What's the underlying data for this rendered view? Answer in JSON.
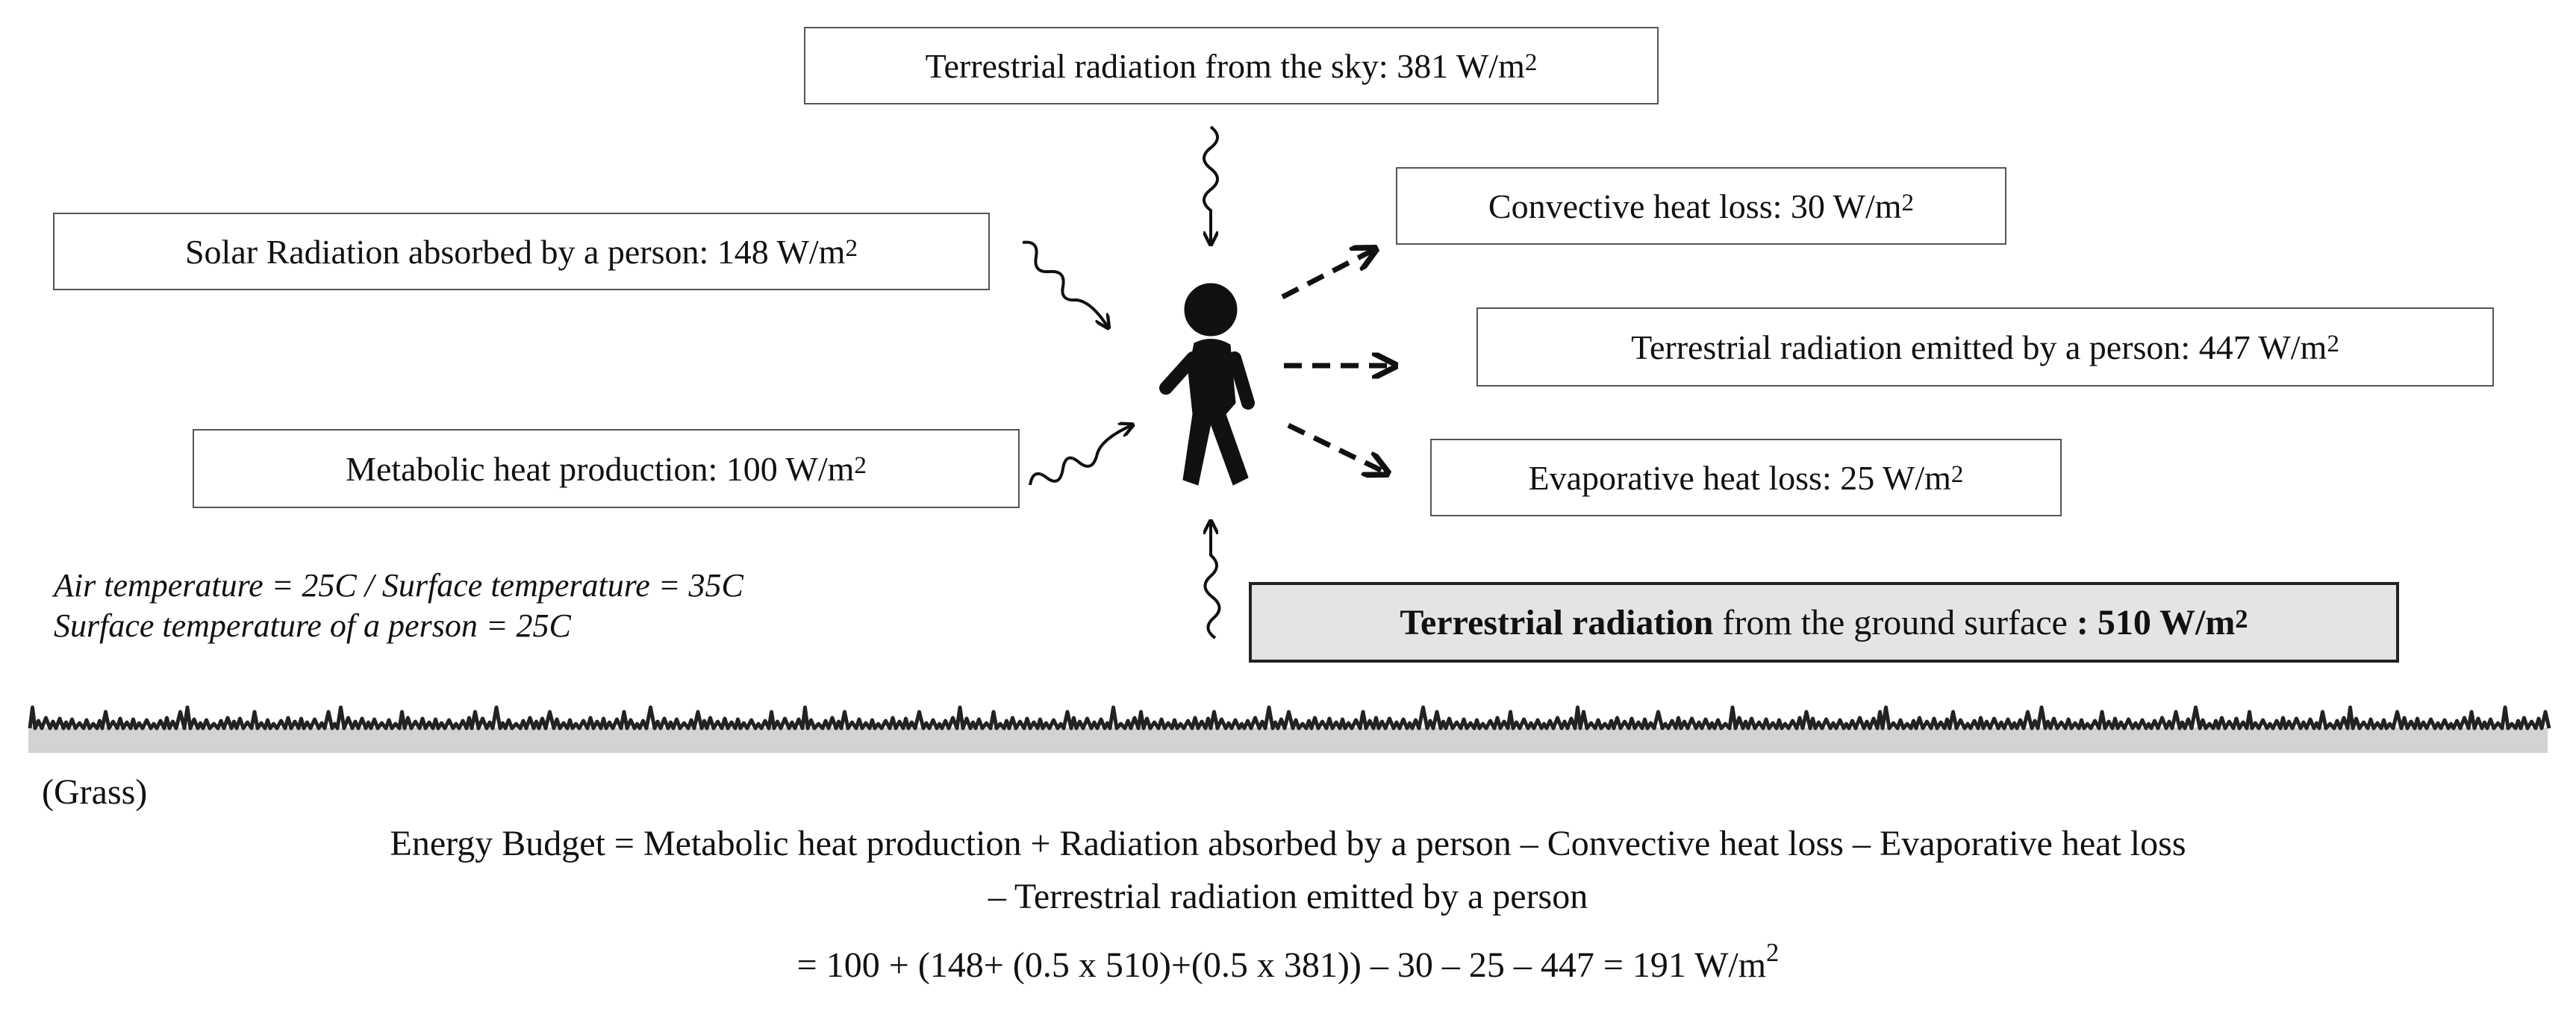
{
  "flows": {
    "sky": {
      "text": "Terrestrial radiation from the sky: 381 W/m",
      "exp": "2"
    },
    "solar": {
      "text": "Solar Radiation absorbed by a person: 148 W/m",
      "exp": "2"
    },
    "metabolic": {
      "text": "Metabolic heat production: 100 W/m",
      "exp": "2"
    },
    "convective": {
      "text": "Convective heat loss: 30 W/m",
      "exp": "2"
    },
    "emitted": {
      "text": "Terrestrial radiation emitted by a person: 447 W/m",
      "exp": "2"
    },
    "evaporative": {
      "text": "Evaporative heat loss: 25 W/m",
      "exp": "2"
    },
    "ground": {
      "bold1": "Terrestrial radiation",
      "mid": " from the ground surface ",
      "bold2": ": 510 W/m",
      "exp": "2"
    }
  },
  "notes": {
    "line1": "Air temperature = 25C / Surface temperature = 35C",
    "line2": "Surface temperature of a person = 25C"
  },
  "ground_label": "(Grass)",
  "equation": {
    "line1": "Energy Budget = Metabolic heat production + Radiation absorbed by a person – Convective heat loss – Evaporative heat loss",
    "line2": "– Terrestrial radiation emitted by a person",
    "line3": "= 100 + (148+ (0.5 x 510)+(0.5 x  381)) – 30 – 25 – 447 = 191 W/m",
    "line3_exp": "2"
  },
  "colors": {
    "ground_band": "#d3d3d3",
    "ground_box_fill": "#e4e4e4",
    "ink": "#111111"
  }
}
